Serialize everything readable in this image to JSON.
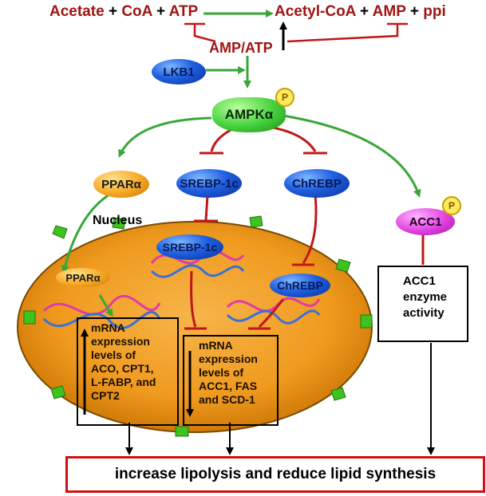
{
  "reaction": {
    "acetate": "Acetate",
    "plus1": "+",
    "coa": "CoA",
    "plus2": "+",
    "atp": "ATP",
    "acetyl_coa": "Acetyl-CoA",
    "plus3": "+",
    "amp": "AMP",
    "plus4": "+",
    "ppi": "ppi",
    "ratio": "AMP/ATP"
  },
  "nodes": {
    "lkb1": "LKB1",
    "ampk": "AMPKα",
    "ppara": "PPARα",
    "srebp_cyto": "SREBP-1c",
    "chrebp_cyto": "ChREBP",
    "acc1": "ACC1",
    "nucleus": "Nucleus",
    "ppara_nuc": "PPARα",
    "srebp_nuc": "SREBP-1c",
    "chrebp_nuc": "ChREBP",
    "phospho": "P"
  },
  "boxes": {
    "up_genes": [
      "mRNA",
      "expression",
      "levels of",
      "ACO, CPT1,",
      "L-FABP, and",
      "CPT2"
    ],
    "down_genes": [
      "mRNA",
      "expression",
      "levels of",
      "ACC1, FAS",
      "and SCD-1"
    ],
    "acc1_activity": [
      "ACC1",
      "enzyme",
      "activity"
    ]
  },
  "outcome": "increase lipolysis and reduce lipid synthesis",
  "colors": {
    "activation": "#3aa63a",
    "inhibition": "#c01818",
    "reaction_text": "#a01414",
    "outcome_border": "#d01010"
  }
}
